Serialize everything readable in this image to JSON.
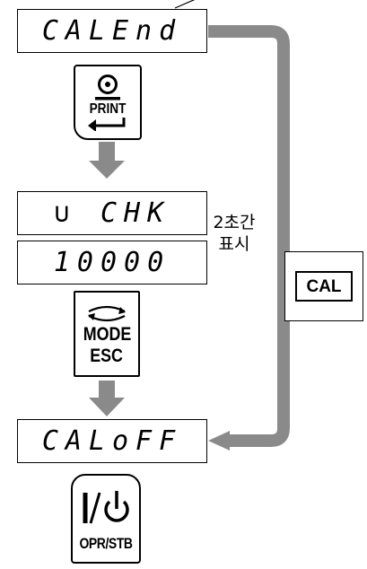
{
  "displays": {
    "cal_end": "CALEnd",
    "unit_check": "∪ CHK",
    "value": "10000",
    "cal_off": "CALoFF"
  },
  "keys": {
    "print": {
      "label": "PRINT"
    },
    "mode_esc": {
      "line1": "MODE",
      "line2": "ESC"
    },
    "power": {
      "symbol": "I/⏻",
      "label": "OPR/STB"
    },
    "cal": {
      "label": "CAL"
    }
  },
  "note": {
    "line1": "2초간",
    "line2": "표시"
  },
  "colors": {
    "arrow": "#8a8a8a",
    "border": "#000000",
    "background": "#ffffff"
  }
}
